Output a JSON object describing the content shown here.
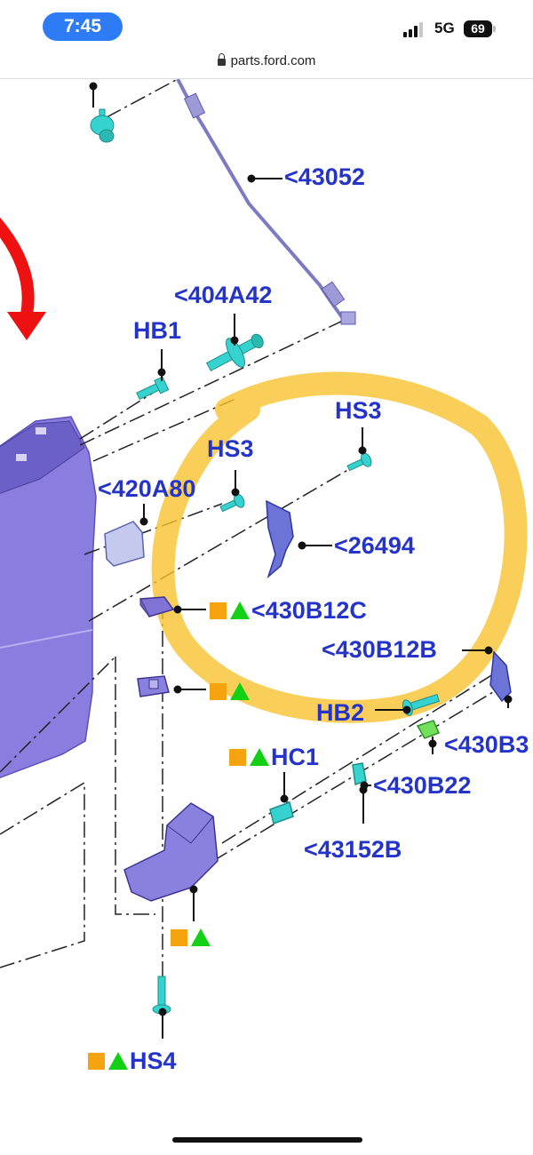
{
  "status_bar": {
    "time": "7:45",
    "network": "5G",
    "battery": "69"
  },
  "browser": {
    "url": "parts.ford.com"
  },
  "diagram": {
    "labels": {
      "p43052": "<43052",
      "p404A42": "<404A42",
      "hb1": "HB1",
      "hs3_top": "HS3",
      "hs3_left": "HS3",
      "p420A80": "<420A80",
      "p26494": "<26494",
      "p430B12C": "<430B12C",
      "p430B12B": "<430B12B",
      "hb2": "HB2",
      "p430B_cut": "<430B3",
      "hc1": "HC1",
      "p430B22": "<430B22",
      "p43152B": "<43152B",
      "hs4": "HS4"
    }
  },
  "colors": {
    "label": "#2433c9",
    "part_cyan": "#35d3cf",
    "part_purple": "#8a7de0",
    "highlight": "#f7c230",
    "arrow": "#ee1111",
    "square": "#f5a410",
    "triangle": "#14d014",
    "time_pill": "#2d7cf6"
  }
}
